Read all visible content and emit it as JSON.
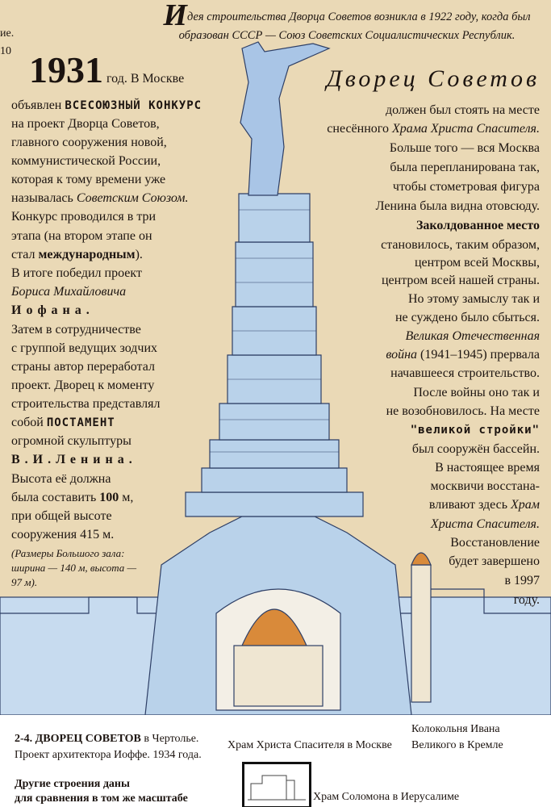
{
  "edge_fragments": [
    "ие.",
    "10"
  ],
  "intro": {
    "cap": "И",
    "text": "дея строительства Дворца Советов возникла в 1922 году, когда был образован СССР — Союз Советских Социалистических Республик."
  },
  "left_lines": [
    [
      {
        "t": "1931",
        "s": "big"
      },
      {
        "t": " год. В Москве",
        "s": ""
      }
    ],
    [
      {
        "t": "объявлен ",
        "s": ""
      },
      {
        "t": "ВСЕСОЮЗНЫЙ КОНКУРС",
        "s": "caps"
      }
    ],
    [
      {
        "t": "на проект Дворца Советов,",
        "s": ""
      }
    ],
    [
      {
        "t": "главного сооружения новой,",
        "s": ""
      }
    ],
    [
      {
        "t": "коммунистической России,",
        "s": ""
      }
    ],
    [
      {
        "t": "которая к тому времени уже",
        "s": ""
      }
    ],
    [
      {
        "t": "называлась ",
        "s": ""
      },
      {
        "t": "Советским Союзом.",
        "s": "i"
      }
    ],
    [
      {
        "t": "Конкурс проводился в три",
        "s": ""
      }
    ],
    [
      {
        "t": "этапа (на втором этапе он",
        "s": ""
      }
    ],
    [
      {
        "t": "стал ",
        "s": ""
      },
      {
        "t": "международным",
        "s": "b"
      },
      {
        "t": ").",
        "s": ""
      }
    ],
    [
      {
        "t": "В итоге победил проект",
        "s": ""
      }
    ],
    [
      {
        "t": "Бориса Михайловича",
        "s": "i"
      }
    ],
    [
      {
        "t": "Иофана.",
        "s": "sp"
      }
    ],
    [
      {
        "t": "Затем в сотрудничестве",
        "s": ""
      }
    ],
    [
      {
        "t": "с группой ведущих зодчих",
        "s": ""
      }
    ],
    [
      {
        "t": "страны автор переработал",
        "s": ""
      }
    ],
    [
      {
        "t": "проект. Дворец к моменту",
        "s": ""
      }
    ],
    [
      {
        "t": "строительства представлял",
        "s": ""
      }
    ],
    [
      {
        "t": "собой ",
        "s": ""
      },
      {
        "t": "ПОСТАМЕНТ",
        "s": "caps"
      }
    ],
    [
      {
        "t": "огромной скульптуры",
        "s": ""
      }
    ],
    [
      {
        "t": "В.И.Ленина.",
        "s": "sp"
      }
    ],
    [
      {
        "t": "Высота её должна",
        "s": ""
      }
    ],
    [
      {
        "t": "была составить ",
        "s": ""
      },
      {
        "t": "100",
        "s": "b"
      },
      {
        "t": " м,",
        "s": ""
      }
    ],
    [
      {
        "t": "при общей высоте",
        "s": ""
      }
    ],
    [
      {
        "t": "сооружения 415 м.",
        "s": ""
      }
    ],
    [
      {
        "t": "(Размеры Большого зала:",
        "s": "small"
      }
    ],
    [
      {
        "t": "ширина — 140 м, высота —",
        "s": "small"
      }
    ],
    [
      {
        "t": "97 м).",
        "s": "small"
      }
    ]
  ],
  "right_lines": [
    [
      {
        "t": "Дворец Советов",
        "s": "bigi"
      }
    ],
    [
      {
        "t": "должен был стоять на месте",
        "s": ""
      }
    ],
    [
      {
        "t": "снесённого ",
        "s": ""
      },
      {
        "t": "Храма Христа Спасителя.",
        "s": "i"
      }
    ],
    [
      {
        "t": "Больше того — вся Москва",
        "s": ""
      }
    ],
    [
      {
        "t": "была перепланирована так,",
        "s": ""
      }
    ],
    [
      {
        "t": "чтобы стометровая фигура",
        "s": ""
      }
    ],
    [
      {
        "t": "Ленина была видна отовсюду.",
        "s": ""
      }
    ],
    [
      {
        "t": "Заколдованное место",
        "s": "b"
      }
    ],
    [
      {
        "t": "становилось, таким образом,",
        "s": ""
      }
    ],
    [
      {
        "t": "центром всей Москвы,",
        "s": ""
      }
    ],
    [
      {
        "t": "центром всей нашей страны.",
        "s": ""
      }
    ],
    [
      {
        "t": "Но этому замыслу так и",
        "s": ""
      }
    ],
    [
      {
        "t": "не суждено было сбыться.",
        "s": ""
      }
    ],
    [
      {
        "t": "Великая Отечественная",
        "s": "i"
      }
    ],
    [
      {
        "t": "война",
        "s": "i"
      },
      {
        "t": " (1941–1945) прервала",
        "s": ""
      }
    ],
    [
      {
        "t": "начавшееся строительство.",
        "s": ""
      }
    ],
    [
      {
        "t": "После войны оно так и",
        "s": ""
      }
    ],
    [
      {
        "t": "не возобновилось. На месте",
        "s": ""
      }
    ],
    [
      {
        "t": "\"великой стройки\"",
        "s": "caps"
      }
    ],
    [
      {
        "t": "был сооружён бассейн.",
        "s": ""
      }
    ],
    [
      {
        "t": "В настоящее время",
        "s": ""
      }
    ],
    [
      {
        "t": "москвичи восстана-",
        "s": ""
      }
    ],
    [
      {
        "t": "вливают здесь ",
        "s": ""
      },
      {
        "t": "Храм",
        "s": "i"
      }
    ],
    [
      {
        "t": "Христа Спасителя.",
        "s": "i"
      }
    ],
    [
      {
        "t": "Восстановление",
        "s": ""
      }
    ],
    [
      {
        "t": "будет завершено",
        "s": ""
      }
    ],
    [
      {
        "t": "в 1997",
        "s": ""
      }
    ],
    [
      {
        "t": "году.",
        "s": ""
      }
    ]
  ],
  "footer": {
    "caption_bold": "2-4. ДВОРЕЦ СОВЕТОВ",
    "caption_rest": " в Чертолье.",
    "caption_line2": "Проект архитектора Иоффе. 1934 года.",
    "temple_label": "Храм Христа Спасителя в Москве",
    "bell_line1": "Колокольня Ивана",
    "bell_line2": "Великого в Кремле",
    "note_line1": "Другие строения даны",
    "note_line2": "для сравнения в том же масштабе",
    "solomon_label": "Храм Соломона в Иерусалиме"
  },
  "colors": {
    "paper": "#ead9b6",
    "tower": "#b9d2ea",
    "tower_stroke": "#2e3f66",
    "dome": "#d98a3a"
  }
}
